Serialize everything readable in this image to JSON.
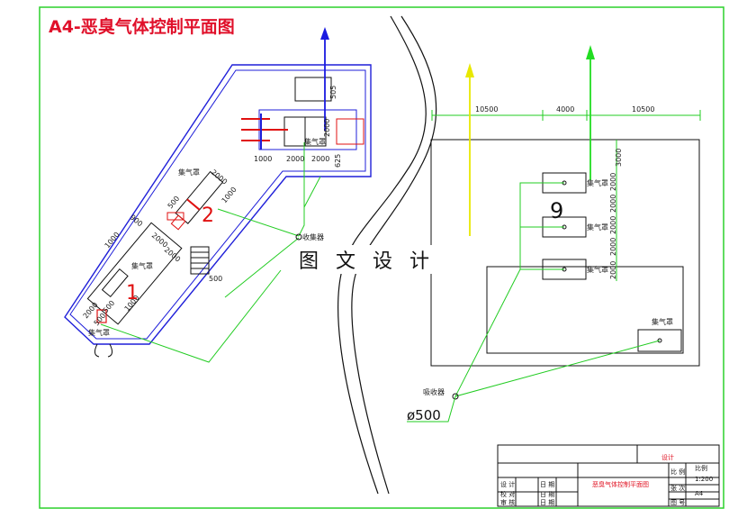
{
  "title": "A4-恶臭气体控制平面图",
  "watermark": "图 文 设 计",
  "colors": {
    "border": "#2bd12b",
    "title": "#e0102a",
    "wall": "#1f1fd9",
    "pipe": "#22cc22",
    "arrow_blue": "#1a1ae0",
    "arrow_yellow": "#e8e800",
    "arrow_green": "#22dd22",
    "equipment_red": "#e01010"
  },
  "left_plan": {
    "dims": [
      "1000",
      "2000",
      "2000",
      "625",
      "505",
      "2000",
      "500",
      "1000",
      "2000",
      "2000",
      "1000",
      "2000",
      "900",
      "500",
      "500",
      "1000",
      "2000",
      "500"
    ],
    "hood_label": "集气罩",
    "collector_label": "收集器",
    "unit_numbers": [
      "1",
      "2"
    ]
  },
  "right_plan": {
    "top_dims": [
      "10500",
      "4000",
      "10500"
    ],
    "vert_dims": [
      "3000",
      "2000",
      "2000",
      "2000",
      "2000",
      "2000"
    ],
    "hood_label": "集气罩",
    "absorber_label": "吸收器",
    "unit_number": "9",
    "pipe_diameter": "ø500"
  },
  "title_block": {
    "header": "设计",
    "drawing_name": "恶臭气体控制平面图",
    "scale_label": "比例",
    "scale": "1:200",
    "size": "A4",
    "row_labels": [
      "设 计",
      "校 对",
      "审 核"
    ],
    "mid_labels": [
      "日 期",
      "日 期",
      "日 期"
    ],
    "right_labels": [
      "比 例",
      "张 次",
      "图 号"
    ]
  }
}
